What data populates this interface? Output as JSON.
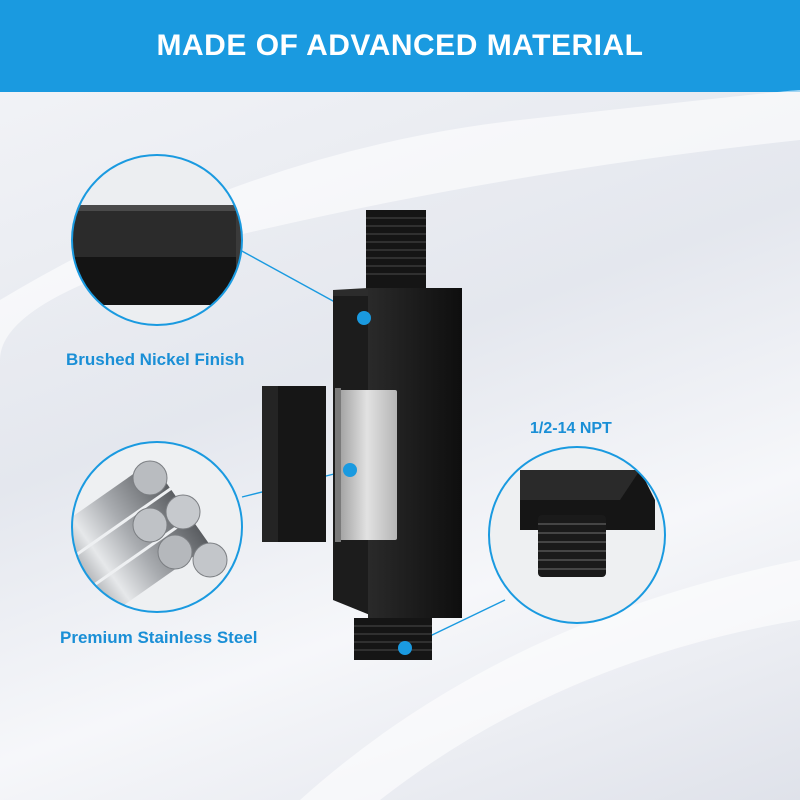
{
  "banner": {
    "title": "MADE OF ADVANCED MATERIAL"
  },
  "callouts": {
    "finish": {
      "label": "Brushed Nickel Finish"
    },
    "material": {
      "label": "Premium Stainless Steel"
    },
    "thread": {
      "label": "1/2-14 NPT"
    }
  },
  "colors": {
    "accent": "#1a9ae0",
    "label": "#1a8fd6",
    "product": "#151515",
    "insert": "#cfcfcf"
  }
}
